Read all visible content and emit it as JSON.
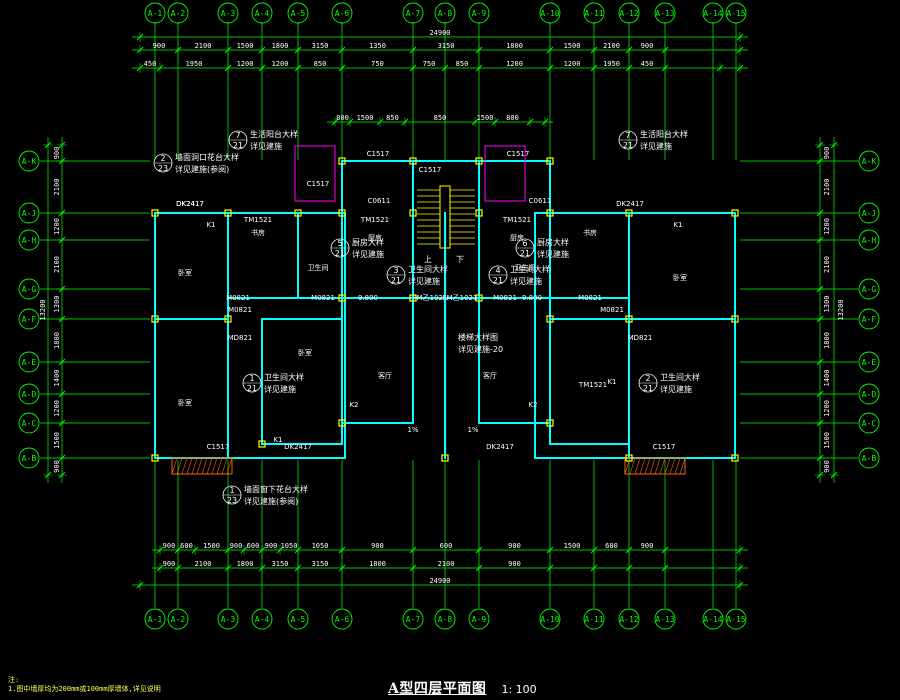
{
  "drawing": {
    "title": "A型四层平面图",
    "scale": "1: 100",
    "notes": [
      "注:",
      "1.图中墙厚均为200mm或100mm厚墙体,详见说明"
    ],
    "axes_x": [
      "A-1",
      "A-2",
      "A-3",
      "A-4",
      "A-5",
      "A-6",
      "A-7",
      "A-8",
      "A-9",
      "A-10",
      "A-11",
      "A-12",
      "A-13",
      "A-14",
      "A-15"
    ],
    "axes_y": [
      "A-K",
      "A-J",
      "A-H",
      "A-G",
      "A-F",
      "A-E",
      "A-D",
      "A-C",
      "A-B"
    ],
    "total_width": "24900",
    "total_depth": "13200",
    "top_dims_row1": [
      "900",
      "2100",
      "1500",
      "1800",
      "3150",
      "1350",
      "3150",
      "1800",
      "1500",
      "2100",
      "900"
    ],
    "top_dims_row2": [
      "450",
      "1950",
      "1200",
      "1200",
      "850",
      "750",
      "750",
      "850",
      "1200",
      "1200",
      "1950",
      "450"
    ],
    "top_dims_row3": [
      "800",
      "1500",
      "850",
      "850",
      "1500",
      "800"
    ],
    "bottom_dims_row1": [
      "900",
      "600",
      "1500",
      "900",
      "600",
      "900",
      "1050",
      "1050",
      "900",
      "600",
      "900",
      "1500",
      "600",
      "900"
    ],
    "bottom_dims_row2": [
      "900",
      "2100",
      "1800",
      "3150",
      "3150",
      "1800",
      "2100",
      "900"
    ],
    "side_dims_left": [
      "900",
      "2100",
      "1200",
      "2100",
      "1300",
      "1800",
      "1400",
      "1200",
      "1500",
      "900"
    ],
    "side_dims_right": [
      "900",
      "2100",
      "1200",
      "2100",
      "1300",
      "1800",
      "1400",
      "1200",
      "1500",
      "900"
    ],
    "rooms": [
      "卧室",
      "书房",
      "厨房",
      "卫生间",
      "客厅",
      "卧室",
      "书房",
      "厨房",
      "卫生间",
      "客厅",
      "卧室",
      "卧室"
    ],
    "windows": [
      "C1517",
      "C1517",
      "C1517",
      "C1517",
      "C1517",
      "DK2417",
      "DK2417",
      "DK2417",
      "DK2417",
      "TM1521",
      "TM1521",
      "TM1521",
      "TM1521"
    ],
    "doors": [
      "M0821",
      "M0821",
      "M0821",
      "M0821",
      "M0821",
      "M0821",
      "FM乙1021",
      "FM乙1021",
      "MD821",
      "MD821"
    ],
    "levels": [
      "9.800",
      "9.800"
    ],
    "callouts": [
      {
        "num": "7",
        "ref": "21",
        "text1": "生活阳台大样",
        "text2": "详见建施"
      },
      {
        "num": "2",
        "ref": "23",
        "text1": "墙面洞口花台大样",
        "text2": "详见建施(参阅)"
      },
      {
        "num": "5",
        "ref": "21",
        "text1": "厨房大样",
        "text2": "详见建施"
      },
      {
        "num": "3",
        "ref": "21",
        "text1": "卫生间大样",
        "text2": "详见建施"
      },
      {
        "num": "1",
        "ref": "21",
        "text1": "卫生间大样",
        "text2": "详见建施"
      },
      {
        "num": "1",
        "ref": "23",
        "text1": "墙面窗下花台大样",
        "text2": "详见建施(参阅)"
      },
      {
        "num": "6",
        "ref": "21",
        "text1": "厨房大样",
        "text2": "详见建施"
      },
      {
        "num": "4",
        "ref": "21",
        "text1": "卫生间大样",
        "text2": "详见建施"
      },
      {
        "num": "2",
        "ref": "21",
        "text1": "卫生间大样",
        "text2": "详见建施"
      },
      {
        "num": "7",
        "ref": "21",
        "text1": "生活阳台大样",
        "text2": "详见建施"
      }
    ],
    "stair_note": {
      "text1": "楼梯大样图",
      "text2": "详见建施-20"
    },
    "stair_labels": [
      "上",
      "下"
    ],
    "misc_labels": [
      "K1",
      "K1",
      "K2",
      "K2",
      "K1",
      "K1",
      "1%",
      "1%",
      "DK2417",
      "C0611",
      "C0611",
      "C1517"
    ]
  },
  "colors": {
    "background": "#000000",
    "axis_lines": "#00ff00",
    "walls": "#00ffff",
    "dim_lines": "#00ff00",
    "columns": "#ffff00",
    "text": "#ffffff",
    "accent": "#ff00ff",
    "hatch": "#ff6600"
  }
}
